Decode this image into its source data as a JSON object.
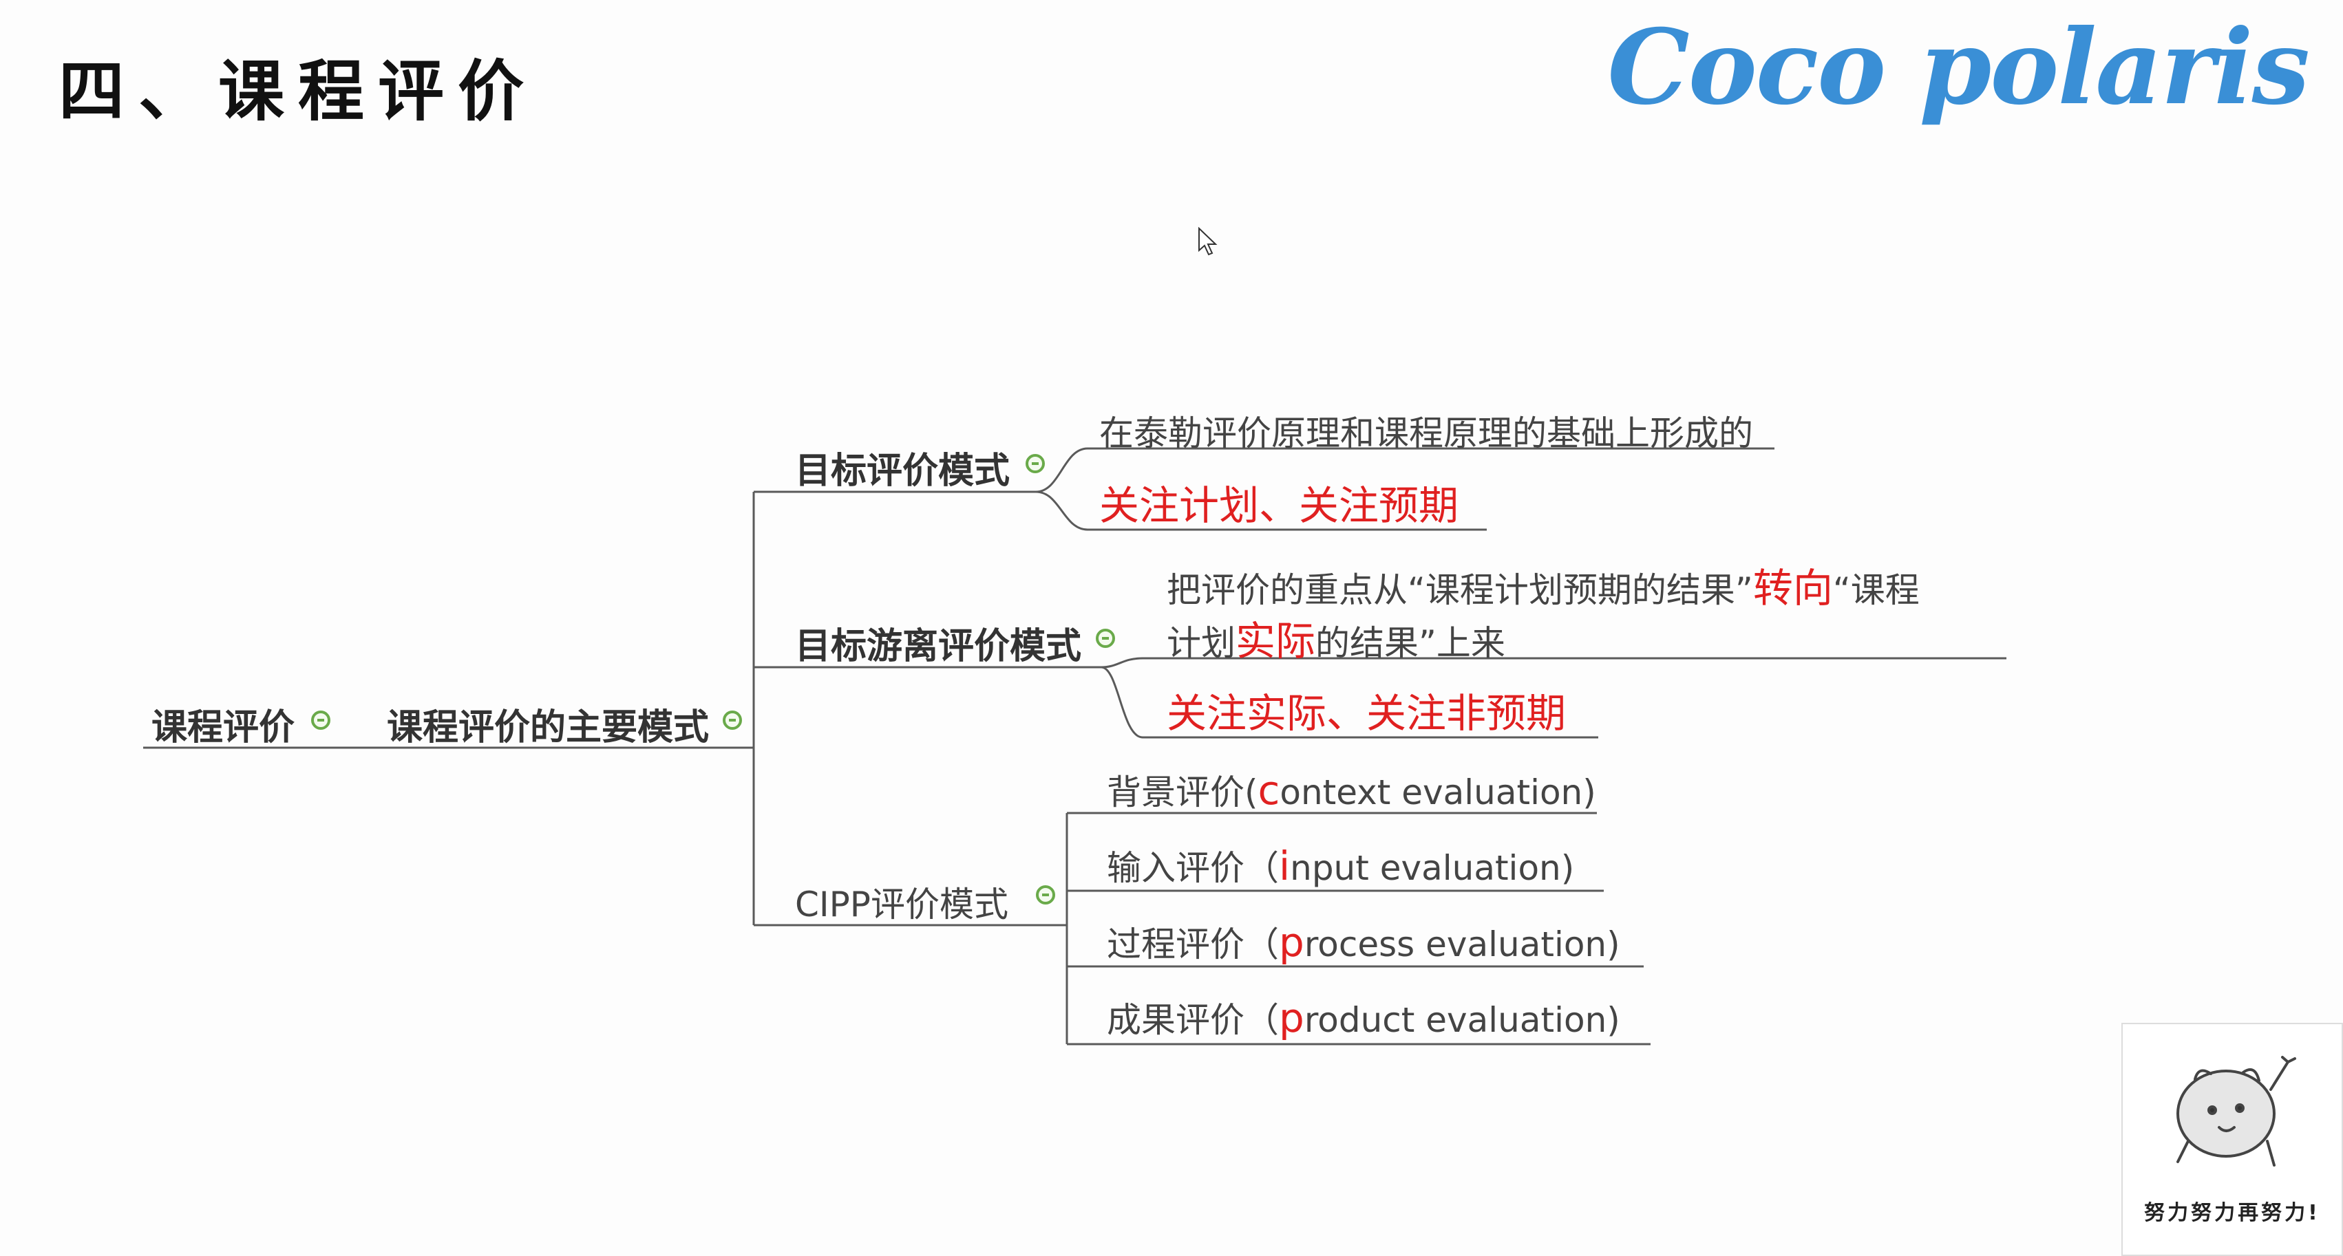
{
  "header": {
    "title": "四、课程评价",
    "logo_text": "Coco polaris"
  },
  "colors": {
    "line": "#555555",
    "accent_red": "#e02020",
    "logo_blue": "#3a8fd6",
    "collapse_green": "#6aaa4a"
  },
  "mindmap": {
    "root": "课程评价",
    "main": "课程评价的主要模式",
    "goal_model": {
      "label": "目标评价模式",
      "desc": "在泰勒评价原理和课程原理的基础上形成的",
      "focus": "关注计划、关注预期"
    },
    "goal_free_model": {
      "label": "目标游离评价模式",
      "desc1_a": "把评价的重点从“课程计划预期的结果”",
      "desc1_red": "转向",
      "desc1_b": "“课程",
      "desc2_a": "计划",
      "desc2_red": "实际",
      "desc2_b": "的结果”上来",
      "focus": "关注实际、关注非预期"
    },
    "cipp_model": {
      "label": "CIPP评价模式",
      "items": [
        {
          "pre": "背景评价(",
          "red": "c",
          "post": "ontext evaluation)"
        },
        {
          "pre": "输入评价（",
          "red": "i",
          "post": "nput evaluation)"
        },
        {
          "pre": "过程评价（",
          "red": "p",
          "post": "rocess evaluation)"
        },
        {
          "pre": "成果评价（",
          "red": "p",
          "post": "roduct evaluation)"
        }
      ]
    }
  },
  "sticker": {
    "caption": "努力努力再努力!"
  }
}
